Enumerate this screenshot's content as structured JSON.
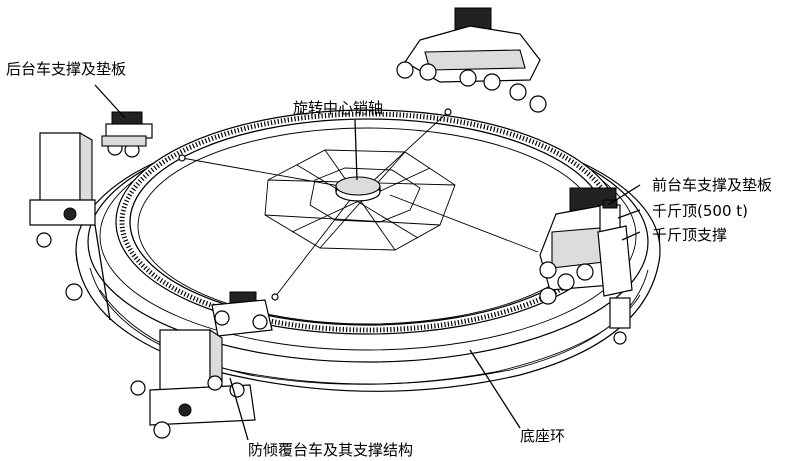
{
  "labels": {
    "rear_bogie": "后台车支撑及垫板",
    "center_pin": "旋转中心销轴",
    "front_bogie": "前台车支撑及垫板",
    "jack": "千斤顶(500 t)",
    "jack_support": "千斤顶支撑",
    "anti_tilt": "防倾覆台车及其支撑结构",
    "base_ring": "底座环"
  }
}
